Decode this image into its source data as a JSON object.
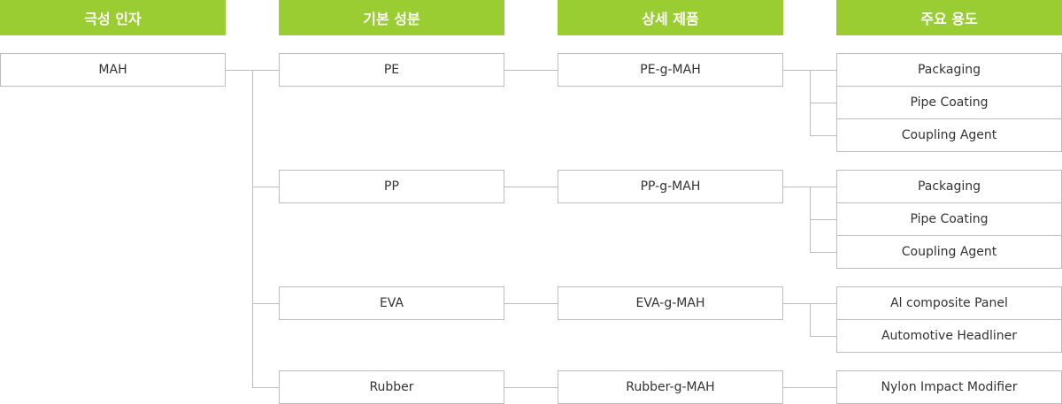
{
  "headers": {
    "polar_factor": "극성 인자",
    "base_component": "기본 성분",
    "detail_product": "상세 제품",
    "main_use": "주요 용도"
  },
  "root": "MAH",
  "groups": [
    {
      "base": "PE",
      "product": "PE-g-MAH",
      "uses": [
        "Packaging",
        "Pipe Coating",
        "Coupling Agent"
      ]
    },
    {
      "base": "PP",
      "product": "PP-g-MAH",
      "uses": [
        "Packaging",
        "Pipe Coating",
        "Coupling Agent"
      ]
    },
    {
      "base": "EVA",
      "product": "EVA-g-MAH",
      "uses": [
        "Al composite Panel",
        "Automotive Headliner"
      ]
    },
    {
      "base": "Rubber",
      "product": "Rubber-g-MAH",
      "uses": [
        "Nylon Impact Modifier"
      ]
    }
  ],
  "colors": {
    "header_bg": "#9acd32",
    "header_text": "#ffffff",
    "border": "#bdbdbd",
    "text": "#333333"
  }
}
